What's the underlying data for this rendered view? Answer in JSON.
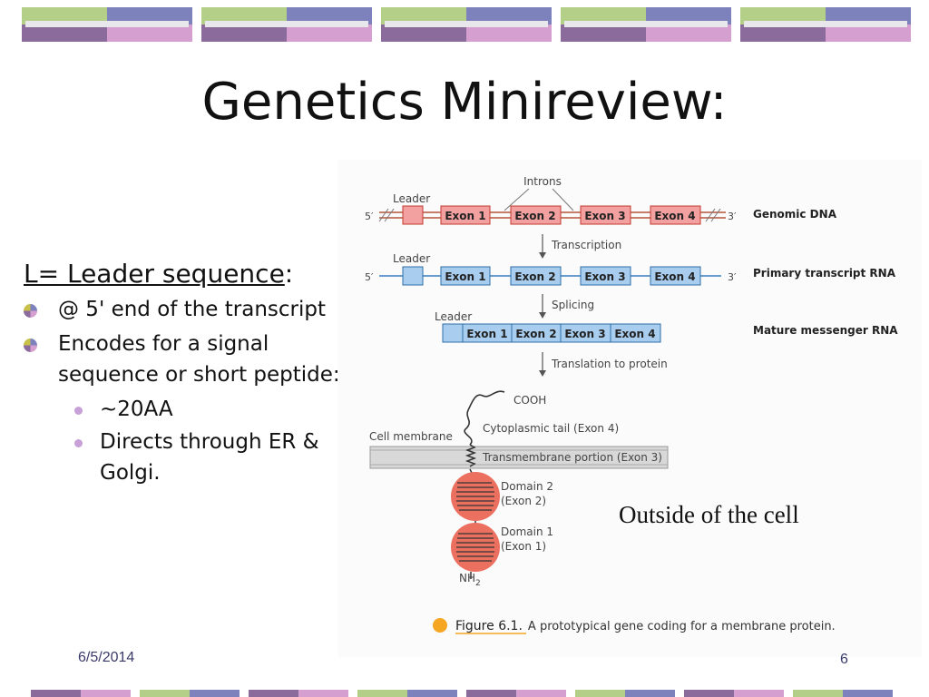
{
  "slide": {
    "title": "Genetics Minireview:",
    "date": "6/5/2014",
    "page_number": "6",
    "outside_label": "Outside of the cell"
  },
  "bullets": {
    "lead_term": "L= Leader sequence",
    "lead_colon": ":",
    "items": [
      {
        "text": "@ 5' end  of the transcript"
      },
      {
        "text": "Encodes for a signal",
        "text2": "sequence or short peptide:",
        "sub": [
          "~20AA",
          "Directs through ER &",
          "Golgi."
        ]
      }
    ]
  },
  "figure": {
    "introns": "Introns",
    "leader": "Leader",
    "five_prime": "5′",
    "three_prime": "3′",
    "exons": [
      "Exon 1",
      "Exon 2",
      "Exon 3",
      "Exon 4"
    ],
    "row_labels": {
      "genomic": "Genomic DNA",
      "primary": "Primary transcript RNA",
      "mature": "Mature messenger RNA"
    },
    "steps": {
      "transcription": "Transcription",
      "splicing": "Splicing",
      "translation": "Translation to protein"
    },
    "protein": {
      "cooh": "COOH",
      "cell_membrane": "Cell membrane",
      "cytoplasmic_tail": "Cytoplasmic tail (Exon 4)",
      "transmembrane": "Transmembrane portion (Exon 3)",
      "domain2": "Domain 2",
      "domain2_exon": "(Exon 2)",
      "domain1": "Domain 1",
      "domain1_exon": "(Exon 1)",
      "nh2": "NH",
      "nh2_sub": "2"
    },
    "caption_label": "Figure 6.1.",
    "caption_text": "A prototypical gene coding for a membrane protein."
  },
  "colors": {
    "exon_dna": "#f2a0a0",
    "exon_rna": "#a8cdee",
    "domain": "#ec7060",
    "caption_dot": "#f5a623"
  }
}
